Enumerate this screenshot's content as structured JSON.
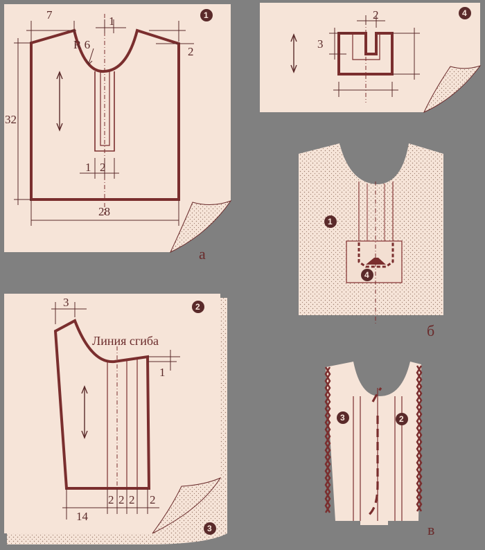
{
  "panel_a": {
    "badge": "1",
    "dims": {
      "top_left": "7",
      "radius": "R 6",
      "top_center": "1",
      "top_right": "2",
      "height": "32",
      "slit_left": "1",
      "slit_right": "2",
      "width": "28"
    },
    "caption": "а"
  },
  "panel_4": {
    "badge": "4",
    "dims": {
      "top": "2",
      "left": "3"
    }
  },
  "panel_b": {
    "badge_front": "1",
    "badge_facing": "4",
    "caption": "б"
  },
  "panel_2": {
    "badge": "2",
    "badge_under": "3",
    "fold_line": "Линия сгиба",
    "dims": {
      "top": "3",
      "right": "1",
      "bottom_left": "14",
      "pleat1": "2",
      "pleat2": "2",
      "pleat3": "2",
      "pleat4": "2"
    }
  },
  "panel_v": {
    "badge_left": "3",
    "badge_right": "2",
    "caption": "в"
  },
  "colors": {
    "background": "#808080",
    "paper": "#f6e4d8",
    "line": "#7a2e2e",
    "dim_line": "#5a2a2a"
  }
}
